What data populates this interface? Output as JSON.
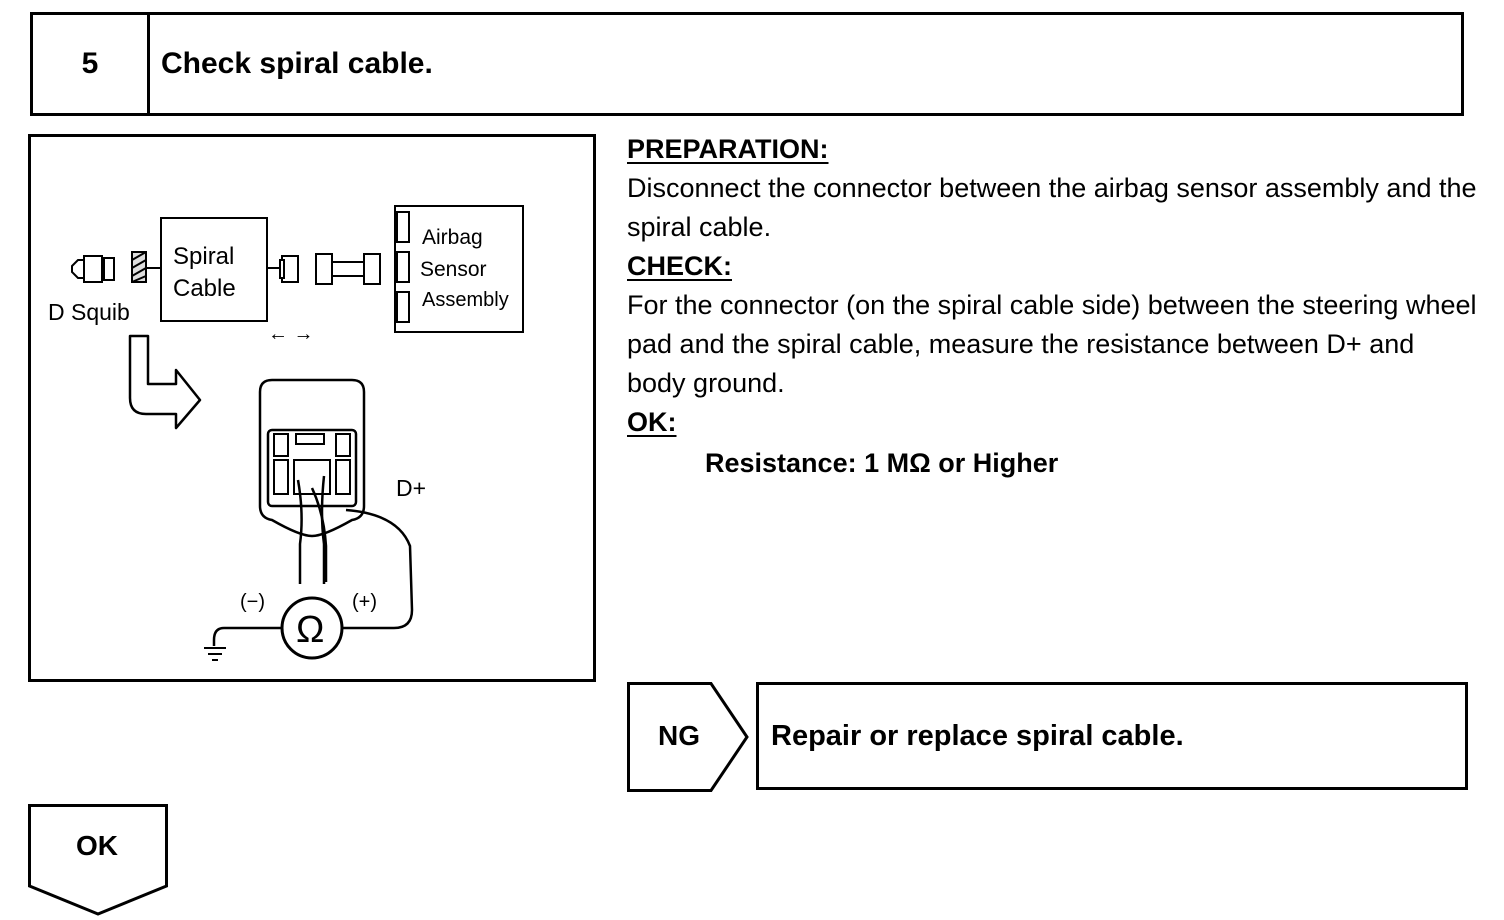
{
  "step": {
    "number": "5",
    "title": "Check spiral cable."
  },
  "diagram": {
    "spiral_cable_line1": "Spiral",
    "spiral_cable_line2": "Cable",
    "airbag_line1": "Airbag",
    "airbag_line2": "Sensor",
    "airbag_line3": "Assembly",
    "d_squib": "D Squib",
    "d_plus": "D+",
    "minus": "(−)",
    "plus": "(+)",
    "ohm": "Ω",
    "disconnect_arrows": "← →"
  },
  "instructions": {
    "preparation_heading": "PREPARATION:",
    "preparation_text": "Disconnect the connector between the airbag sensor assembly and the spiral cable.",
    "check_heading": "CHECK:",
    "check_text": "For the connector (on the spiral cable side) between the steering wheel pad and the spiral cable, measure the resistance between D+ and body ground.",
    "ok_heading": "OK:",
    "ok_spec": "Resistance:  1 MΩ or Higher"
  },
  "ng": {
    "label": "NG",
    "result": "Repair or replace spiral cable."
  },
  "ok": {
    "label": "OK"
  }
}
